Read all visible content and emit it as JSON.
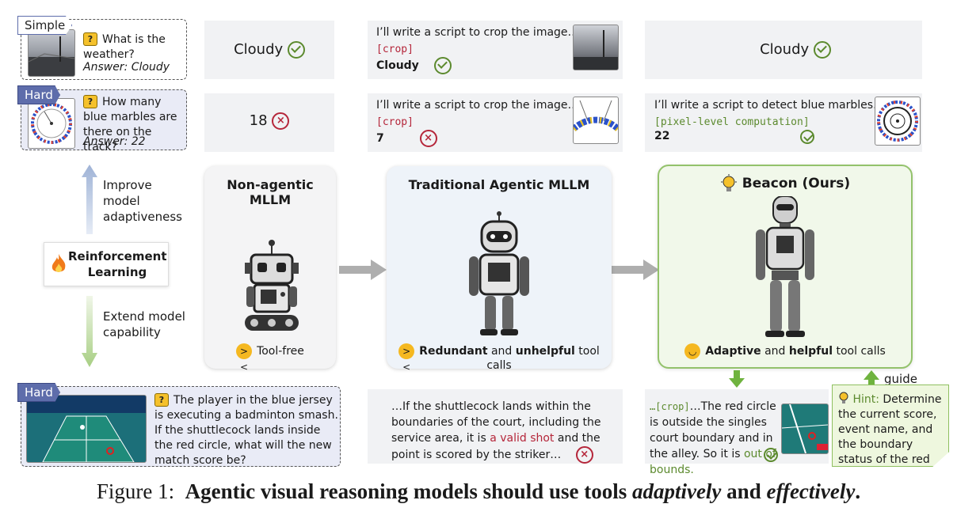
{
  "examples": {
    "simple": {
      "tag": "Simple",
      "question": "What is the weather?",
      "answer": "Answer: Cloudy"
    },
    "hard1": {
      "tag": "Hard",
      "question": "How many blue marbles are there on the track?",
      "answer": "Answer: 22"
    },
    "hard2": {
      "tag": "Hard",
      "question": "The player in the blue jersey is executing a badminton smash. If the shuttlecock lands inside the red circle, what will the new match score be?"
    }
  },
  "rl": {
    "improve": "Improve model adaptiveness",
    "title": "Reinforcement Learning",
    "extend": "Extend model capability"
  },
  "non_agentic": {
    "title": "Non-agentic MLLM",
    "caption": "Tool-free",
    "simple_answer": "Cloudy",
    "hard_answer": "18"
  },
  "traditional": {
    "title": "Traditional Agentic MLLM",
    "cap_b1": "Redundant",
    "cap_mid": " and ",
    "cap_b2": "unhelpful",
    "cap_end": " tool calls",
    "simple_intro": "I’ll write a script to crop the image…",
    "simple_tool": "[crop]",
    "simple_answer": "Cloudy",
    "hard_intro": "I’ll write a script to crop the image…",
    "hard_tool": "[crop]",
    "hard_answer": "7",
    "bottom_pre": "…If the shuttlecock lands within the boundaries of the court, including the service area, it is ",
    "bottom_red": "a valid shot",
    "bottom_post": " and the point is scored by the striker…"
  },
  "beacon": {
    "title": "Beacon (Ours)",
    "cap_b1": "Adaptive",
    "cap_mid": " and ",
    "cap_b2": "helpful",
    "cap_end": " tool calls",
    "simple_answer": "Cloudy",
    "hard_intro": "I’ll write a script to detect blue marbles…",
    "hard_tool": "[pixel-level computation]",
    "hard_answer": "22",
    "bottom_tool": "…[crop]",
    "bottom_pre": "…The red circle is outside the singles court boundary and in the alley. So it is ",
    "bottom_green": "out of bounds.",
    "guide": "guide",
    "hint_label": "Hint:",
    "hint_text": "Determine the current score, event name, and the boundary status of the red circle"
  },
  "caption": {
    "prefix": "Figure 1:",
    "b1": "Agentic visual reasoning models should use tools ",
    "i1": "adaptively",
    "b2": " and ",
    "i2": "effectively",
    "b3": "."
  },
  "colors": {
    "accent": "#5e6dab",
    "green": "#5c8a2e",
    "red": "#b5263a",
    "beacon_bg": "#f1f8ea",
    "trad_bg": "#eef3f9"
  }
}
